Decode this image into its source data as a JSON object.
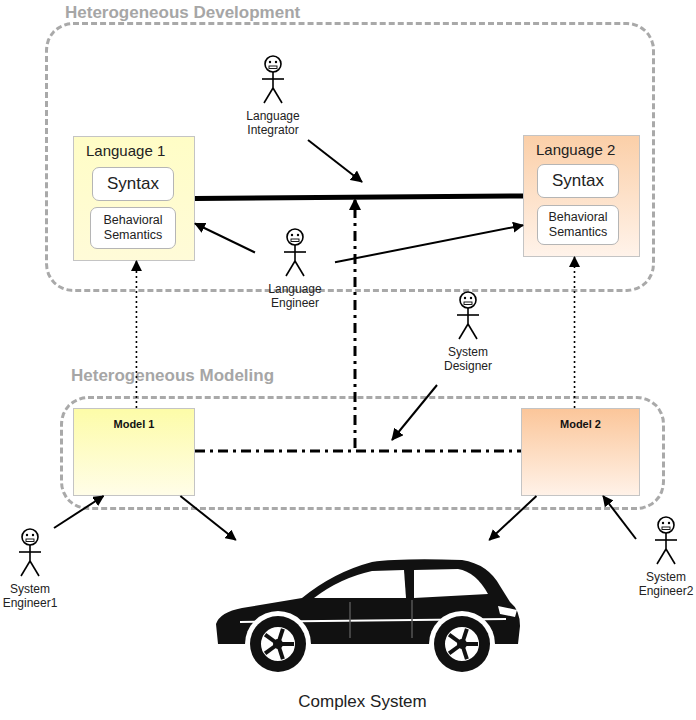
{
  "diagram": {
    "nodes": [
      {
        "text": [
          "Heterogeneous Development"
        ]
      },
      {
        "text": [
          "Language Integrator"
        ],
        "in": 0
      },
      {
        "text": [
          "Language 1"
        ],
        "in": 0
      },
      {
        "text": [
          "Syntax"
        ],
        "in": 2
      },
      {
        "text": [
          "Behavioral Semantics"
        ],
        "in": 2
      },
      {
        "text": [
          "Language 2"
        ],
        "in": 0
      },
      {
        "text": [
          "Syntax"
        ],
        "in": 5
      },
      {
        "text": [
          "Behavioral Semantics"
        ],
        "in": 5
      },
      {
        "text": [
          "Language Engineer"
        ]
      },
      {
        "text": [
          "System Designer"
        ]
      },
      {
        "text": [
          "Heterogeneous Modeling"
        ]
      },
      {
        "text": [
          "Model 1"
        ],
        "in": 10
      },
      {
        "text": [
          "Model 2"
        ],
        "in": 10
      },
      {
        "text": [
          "System Engineer1"
        ]
      },
      {
        "text": [
          "System Engineer2"
        ]
      },
      {
        "text": [
          "Complex System"
        ]
      }
    ],
    "edges": [
      {
        "from": 2,
        "to": 5,
        "arrow": "none"
      },
      {
        "from": 11,
        "to": 2,
        "arrow": "to"
      },
      {
        "from": 12,
        "to": 5,
        "arrow": "to"
      },
      {
        "from": 11,
        "to": 12,
        "arrow": "none"
      },
      {
        "from": 8,
        "to": 2,
        "arrow": "to"
      },
      {
        "from": 8,
        "to": 5,
        "arrow": "to"
      },
      {
        "from": 13,
        "to": 11,
        "arrow": "to"
      },
      {
        "from": 14,
        "to": 12,
        "arrow": "to"
      },
      {
        "from": 11,
        "to": 15,
        "arrow": "to"
      },
      {
        "from": 12,
        "to": 15,
        "arrow": "to"
      }
    ]
  }
}
